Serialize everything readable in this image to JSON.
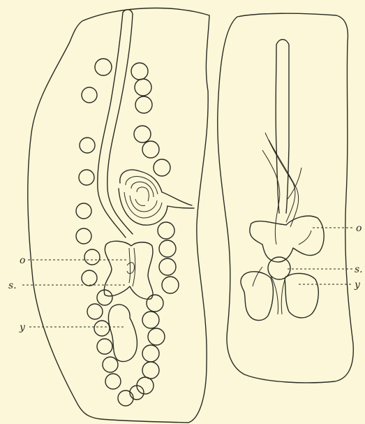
{
  "figure": {
    "left_specimen": {
      "labels": {
        "o": "o",
        "s": "s.",
        "y": "y"
      }
    },
    "right_specimen": {
      "labels": {
        "o": "o",
        "s": "s.",
        "y": "y"
      }
    }
  },
  "colors": {
    "paper": "#fbf7d8",
    "ink": "#2a2a24"
  }
}
